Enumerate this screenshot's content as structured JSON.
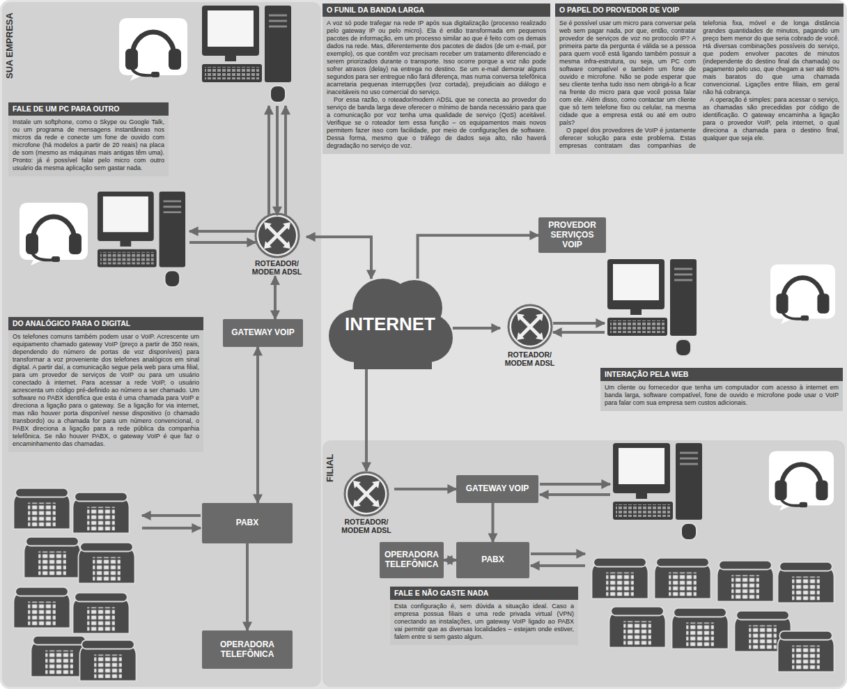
{
  "diagram": {
    "nodes": [
      {
        "text": [
          "SUA EMPRESA"
        ]
      },
      {
        "text": [
          "FALE DE UM PC PARA OUTRO",
          "Instale um softphone, como o Skype ou Google Talk, ou um programa de mensagens instantâneas nos micros da rede e conecte um fone de ouvido com microfone (há modelos a partir de 20 reais) na placa de som (mesmo as máquinas mais antigas têm uma). Pronto: já é possível falar pelo micro com outro usuário da mesma aplicação sem gastar nada."
        ],
        "in": 0
      },
      {
        "text": [
          "O FUNIL DA BANDA LARGA",
          "A voz só pode trafegar na rede IP após sua digitalização (processo realizado pelo gateway IP ou pelo micro). Ela é então transformada em pequenos pacotes de informação, em um processo similar ao que é feito com os demais dados na rede. Mas, diferentemente dos pacotes de dados (de um e-mail, por exemplo), os que contêm voz precisam receber um tratamento diferenciado e serem priorizados durante o transporte. Isso ocorre porque a voz não pode sofrer atrasos (delay) na entrega no destino. Se um e-mail demorar alguns segundos para ser entregue não fará diferença, mas numa conversa telefônica acarretaria pequenas interrupções (voz cortada), prejudiciais ao diálogo e inaceitáveis no uso comercial do serviço.",
          "Por essa razão, o roteador/modem ADSL que se conecta ao provedor do serviço de banda larga deve oferecer o mínimo de banda necessário para que a comunicação por voz tenha uma qualidade de serviço (QoS) aceitável. Verifique se o roteador tem essa função – os equipamentos mais novos permitem fazer isso com facilidade, por meio de configurações de software. Dessa forma, mesmo que o tráfego de dados seja alto, não haverá degradação no serviço de voz."
        ]
      },
      {
        "text": [
          "O PAPEL DO PROVEDOR DE VOIP",
          "Se é possível usar um micro para conversar pela web sem pagar nada, por que, então, contratar provedor de serviços de voz no protocolo IP? A primeira parte da pergunta é válida se a pessoa para quem você está ligando também possuir a mesma infra-estrutura, ou seja, um PC com software compatível e também um fone de ouvido e microfone. Não se pode esperar que seu cliente tenha tudo isso nem obrigá-lo a ficar na frente do micro para que você possa falar com ele. Além disso, como contactar um cliente que só tem telefone fixo ou celular, na mesma cidade que a empresa está ou até em outro país?",
          "O papel dos provedores de VoIP é justamente oferecer solução para este problema. Estas empresas contratam das companhias de telefonia fixa, móvel e de longa distância grandes quantidades de minutos, pagando um preço bem menor do que seria cobrado de você. Há diversas combinações possíveis do serviço, que podem envolver pacotes de minutos (independente do destino final da chamada) ou pagamento pelo uso, que chegam a ser até 80% mais baratos do que uma chamada convencional. Ligações entre filiais, em geral não há cobrança.",
          "A operação é simples: para acessar o serviço, as chamadas são precedidas por código de identificação. O gateway encaminha a ligação para o provedor VoIP, pela internet, o qual direciona a chamada para o destino final, qualquer que seja ele."
        ]
      },
      {
        "text": [
          "ROTEADOR/ MODEM ADSL"
        ],
        "in": 0
      },
      {
        "text": [
          "PROVEDOR SERVIÇOS VOIP"
        ]
      },
      {
        "text": [
          "INTERNET"
        ]
      },
      {
        "text": [
          "GATEWAY VOIP"
        ],
        "in": 0
      },
      {
        "text": [
          "ROTEADOR/ MODEM ADSL"
        ]
      },
      {
        "text": [
          "DO ANALÓGICO PARA O DIGITAL",
          "Os telefones comuns também podem usar o VoIP. Acrescente um equipamento chamado gateway VoIP (preço a partir de 350 reais, dependendo do número de portas de voz disponíveis) para transformar a voz proveniente dos telefones analógicos em sinal digital. A partir daí, a comunicação segue pela web para uma filial, para um provedor de serviços de VoIP ou para um usuário conectado à internet. Para acessar a rede VoIP, o usuário acrescenta um código pré-definido ao número a ser chamado. Um software no PABX identifica que esta é uma chamada para VoIP e direciona a ligação para o gateway. Se a ligação for via internet, mas não houver porta disponível nesse dispositivo (o chamado transbordo) ou a chamada for para um número convencional, o PABX direciona a ligação para a rede pública da companhia telefônica. Se não houver PABX, o gateway VoIP é que faz o encaminhamento das chamadas."
        ],
        "in": 0
      },
      {
        "text": [
          "INTERAÇÃO PELA WEB",
          "Um cliente ou fornecedor que tenha um computador com acesso à internet em banda larga, software compatível, fone de ouvido e microfone pode usar o VoIP para falar com sua empresa sem custos adicionais."
        ]
      },
      {
        "text": [
          "FILIAL"
        ]
      },
      {
        "text": [
          "ROTEADOR/ MODEM ADSL"
        ],
        "in": 11
      },
      {
        "text": [
          "GATEWAY VOIP"
        ],
        "in": 11
      },
      {
        "text": [
          "PABX"
        ],
        "in": 0
      },
      {
        "text": [
          "OPERADORA TELEFÔNICA"
        ],
        "in": 11
      },
      {
        "text": [
          "PABX"
        ],
        "in": 11
      },
      {
        "text": [
          "FALE E NÃO GASTE NADA",
          "Esta configuração é, sem dúvida a situação ideal. Caso a empresa possua filiais e uma rede privada virtual (VPN) conectando as instalações, um gateway VoIP ligado ao PABX vai permitir que as diversas localidades – estejam onde estiver, falem entre si sem gasto algum."
        ],
        "in": 11
      },
      {
        "text": [
          "OPERADORA TELEFÔNICA"
        ],
        "in": 0
      }
    ],
    "edges": [
      {
        "from": 4,
        "to": 6,
        "arrow": "both"
      },
      {
        "from": 6,
        "to": 5,
        "arrow": "to"
      },
      {
        "from": 6,
        "to": 8,
        "arrow": "to"
      },
      {
        "from": 6,
        "to": 12,
        "arrow": "to"
      },
      {
        "from": 12,
        "to": 13,
        "arrow": "to"
      },
      {
        "from": 13,
        "to": 16,
        "arrow": "to"
      },
      {
        "from": 16,
        "to": 15,
        "arrow": "both"
      },
      {
        "from": 4,
        "to": 7,
        "arrow": "both"
      },
      {
        "from": 7,
        "to": 14,
        "arrow": "both"
      },
      {
        "from": 14,
        "to": 18,
        "arrow": "to"
      }
    ]
  }
}
